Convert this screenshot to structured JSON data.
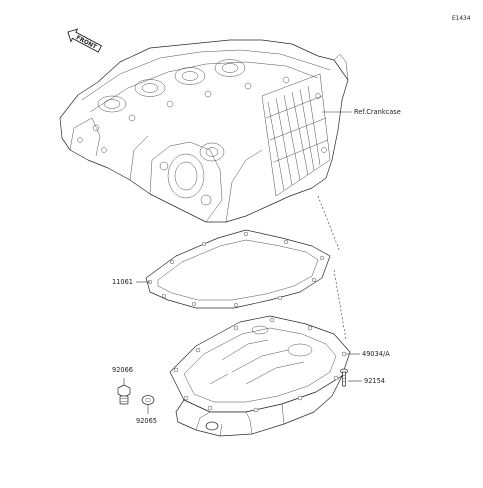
{
  "diagram": {
    "code": "E1434",
    "front_label": "FRONT",
    "callouts": {
      "crankcase": "Ref.Crankcase",
      "gasket": "11061",
      "bolt_set": "49034/A",
      "bolt": "92154",
      "drain_plug": "92066",
      "washer": "92065"
    }
  }
}
